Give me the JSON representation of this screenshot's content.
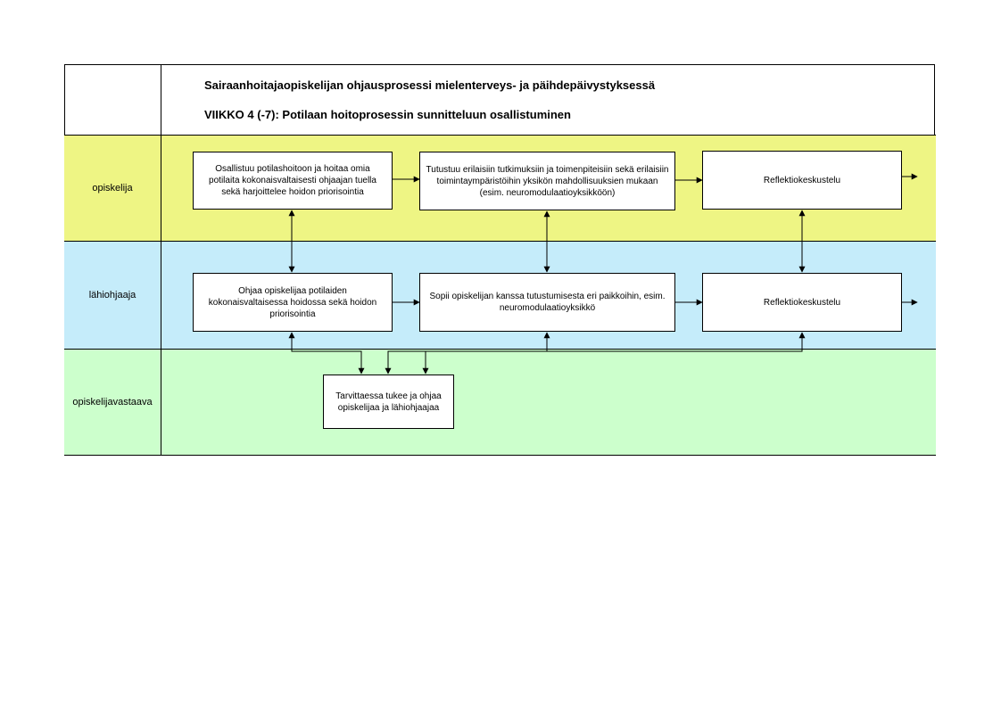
{
  "header": {
    "title": "Sairaanhoitajaopiskelijan ohjausprosessi mielenterveys- ja päihdepäivystyksessä",
    "subtitle": "VIIKKO 4 (-7): Potilaan hoitoprosessin sunnitteluun osallistuminen"
  },
  "lanes": {
    "opiskelija": "opiskelija",
    "lahiohjaaja": "lähiohjaaja",
    "opiskelijavastaava": "opiskelijavastaava"
  },
  "boxes": {
    "op_1": "Osallistuu potilashoitoon ja hoitaa omia potilaita kokonaisvaltaisesti ohjaajan tuella sekä harjoittelee hoidon priorisointia",
    "op_2": "Tutustuu erilaisiin tutkimuksiin ja toimenpiteisiin sekä erilaisiin toimintaympäristöihin yksikön mahdollisuuksien mukaan (esim. neuromodulaatioyksikköön)",
    "op_3": "Reflektiokeskustelu",
    "lo_1": "Ohjaa opiskelijaa potilaiden kokonaisvaltaisessa hoidossa sekä hoidon priorisointia",
    "lo_2": "Sopii opiskelijan kanssa tutustumisesta eri paikkoihin, esim. neuromodulaatioyksikkö",
    "lo_3": "Reflektiokeskustelu",
    "ov_1": "Tarvittaessa tukee ja ohjaa opiskelijaa ja lähiohjaajaa"
  }
}
